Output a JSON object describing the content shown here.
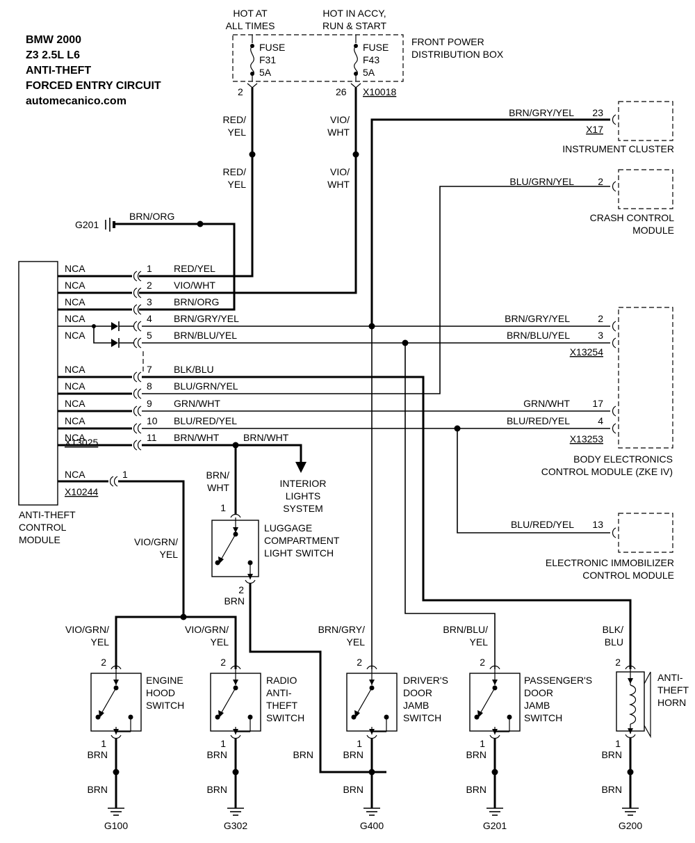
{
  "title": {
    "line1": "BMW 2000",
    "line2": "Z3 2.5L L6",
    "line3": "ANTI-THEFT",
    "line4": "FORCED ENTRY CIRCUIT",
    "line5": "automecanico.com"
  },
  "fusebox": {
    "hot_always_1": "HOT AT",
    "hot_always_2": "ALL TIMES",
    "hot_accy_1": "HOT IN ACCY,",
    "hot_accy_2": "RUN & START",
    "fuse1_a": "FUSE",
    "fuse1_b": "F31",
    "fuse1_c": "5A",
    "fuse2_a": "FUSE",
    "fuse2_b": "F43",
    "fuse2_c": "5A",
    "name_1": "FRONT POWER",
    "name_2": "DISTRIBUTION BOX",
    "pin1": "2",
    "pin2": "26",
    "connector": "X10018"
  },
  "upper_wires": {
    "left_1a": "RED/",
    "left_1b": "YEL",
    "left_2a": "RED/",
    "left_2b": "YEL",
    "right_1a": "VIO/",
    "right_1b": "WHT",
    "right_2a": "VIO/",
    "right_2b": "WHT",
    "ground_name": "G201",
    "ground_wire": "BRN/ORG"
  },
  "cluster": {
    "wire": "BRN/GRY/YEL",
    "pin": "23",
    "connector": "X17",
    "name": "INSTRUMENT CLUSTER"
  },
  "crash": {
    "wire": "BLU/GRN/YEL",
    "pin": "2",
    "name_1": "CRASH CONTROL",
    "name_2": "MODULE"
  },
  "atcm": {
    "nca": "NCA",
    "pins": [
      "1",
      "2",
      "3",
      "4",
      "5",
      "7",
      "8",
      "9",
      "10",
      "11"
    ],
    "wires": [
      "RED/YEL",
      "VIO/WHT",
      "BRN/ORG",
      "BRN/GRY/YEL",
      "BRN/BLU/YEL",
      "BLK/BLU",
      "BLU/GRN/YEL",
      "GRN/WHT",
      "BLU/RED/YEL",
      "BRN/WHT"
    ],
    "connector": "X13025",
    "pin_b": "1",
    "connector_b": "X10244",
    "name_1": "ANTI-THEFT",
    "name_2": "CONTROL",
    "name_3": "MODULE"
  },
  "zke": {
    "w1": "BRN/GRY/YEL",
    "p1": "2",
    "w2": "BRN/BLU/YEL",
    "p2": "3",
    "connector_a": "X13254",
    "w3": "GRN/WHT",
    "p3": "17",
    "w4": "BLU/RED/YEL",
    "p4": "4",
    "connector_b": "X13253",
    "name_1": "BODY ELECTRONICS",
    "name_2": "CONTROL MODULE (ZKE IV)"
  },
  "immobilizer": {
    "wire": "BLU/RED/YEL",
    "pin": "13",
    "name_1": "ELECTRONIC IMMOBILIZER",
    "name_2": "CONTROL MODULE"
  },
  "interior": {
    "wire": "BRN/WHT",
    "name_1": "INTERIOR",
    "name_2": "LIGHTS",
    "name_3": "SYSTEM"
  },
  "luggage": {
    "wire_a": "BRN/",
    "wire_b": "WHT",
    "pin_top": "1",
    "name_1": "LUGGAGE",
    "name_2": "COMPARTMENT",
    "name_3": "LIGHT SWITCH",
    "pin_bot": "2",
    "wire_bot": "BRN"
  },
  "vio_feed": {
    "wire_1": "VIO/GRN/",
    "wire_2": "YEL"
  },
  "switches": [
    {
      "wire_1": "VIO/GRN/",
      "wire_2": "YEL",
      "pin_top": "2",
      "name_1": "ENGINE",
      "name_2": "HOOD",
      "name_3": "SWITCH",
      "name_4": "",
      "pin_bot": "1",
      "brn_1": "BRN",
      "brn_2": "BRN",
      "ground": "G100"
    },
    {
      "wire_1": "VIO/GRN/",
      "wire_2": "YEL",
      "pin_top": "2",
      "name_1": "RADIO",
      "name_2": "ANTI-",
      "name_3": "THEFT",
      "name_4": "SWITCH",
      "pin_bot": "1",
      "brn_1": "BRN",
      "brn_2": "BRN",
      "ground": "G302"
    },
    {
      "wire_1": "BRN/GRY/",
      "wire_2": "YEL",
      "pin_top": "2",
      "name_1": "DRIVER'S",
      "name_2": "DOOR",
      "name_3": "JAMB",
      "name_4": "SWITCH",
      "pin_bot": "1",
      "brn_1": "BRN",
      "brn_2": "BRN",
      "ground": "G400"
    },
    {
      "wire_1": "BRN/BLU/",
      "wire_2": "YEL",
      "pin_top": "2",
      "name_1": "PASSENGER'S",
      "name_2": "DOOR",
      "name_3": "JAMB",
      "name_4": "SWITCH",
      "pin_bot": "1",
      "brn_1": "BRN",
      "brn_2": "BRN",
      "ground": "G201"
    }
  ],
  "g400_extra": "BRN",
  "horn": {
    "wire_1": "BLK/",
    "wire_2": "BLU",
    "pin_top": "2",
    "name_1": "ANTI-",
    "name_2": "THEFT",
    "name_3": "HORN",
    "pin_bot": "1",
    "brn_1": "BRN",
    "brn_2": "BRN",
    "ground": "G200"
  }
}
